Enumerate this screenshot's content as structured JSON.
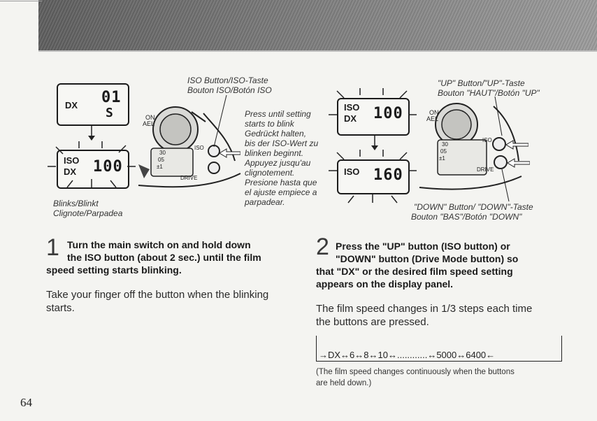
{
  "left_figure": {
    "lcd_top": {
      "dx": "DX",
      "digits": "01",
      "s": "S"
    },
    "lcd_bottom": {
      "iso": "ISO",
      "dx": "DX",
      "digits": "100"
    },
    "camera": {
      "on_label": "ON",
      "ael_label": "AEL",
      "iso_btn": "ISO",
      "drive_btn": "DRIVE",
      "dial_a": "30",
      "dial_b": "05",
      "dial_c": "±1"
    },
    "iso_button_caption": [
      "ISO Button/ISO-Taste",
      "Bouton ISO/Botón ISO"
    ],
    "press_caption": [
      "Press until setting",
      "starts to blink",
      "Gedrückt halten,",
      "bis der ISO-Wert zu",
      "blinken beginnt.",
      "Appuyez jusqu'au",
      "clignotement.",
      "Presione hasta que",
      "el ajuste empiece a",
      "parpadear."
    ],
    "blinks_caption": [
      "Blinks/Blinkt",
      "Clignote/Parpadea"
    ]
  },
  "right_figure": {
    "lcd_top": {
      "iso": "ISO",
      "dx": "DX",
      "digits": "100"
    },
    "lcd_bottom": {
      "iso": "ISO",
      "digits": "160"
    },
    "camera": {
      "on_label": "ON",
      "ael_label": "AEL",
      "iso_btn": "ISO",
      "drive_btn": "DRIVE",
      "dial_a": "30",
      "dial_b": "05",
      "dial_c": "±1"
    },
    "up_caption": [
      "\"UP\" Button/\"UP\"-Taste",
      "Bouton \"HAUT\"/Botón \"UP\""
    ],
    "down_caption": [
      "\"DOWN\" Button/ \"DOWN\"-Taste",
      "Bouton \"BAS\"/Botón \"DOWN\""
    ]
  },
  "step1": {
    "number": "1",
    "heading": [
      "Turn the main switch on and hold down",
      "the ISO button (about 2 sec.) until the film",
      "speed setting starts blinking."
    ],
    "body": [
      "Take your finger off the button when the blinking",
      "starts."
    ]
  },
  "step2": {
    "number": "2",
    "heading": [
      "Press the \"UP\" button (ISO button) or",
      "\"DOWN\" button (Drive Mode button) so",
      "that \"DX\" or the desired film speed setting",
      "appears on the display panel."
    ],
    "body": [
      "The film speed changes in 1/3 steps each time",
      "the buttons are pressed."
    ],
    "sequence": "→DX↔6↔8↔10↔............↔5000↔6400←",
    "note": [
      "(The film speed changes continuously when the buttons",
      "are held down.)"
    ]
  },
  "page_number": "64"
}
